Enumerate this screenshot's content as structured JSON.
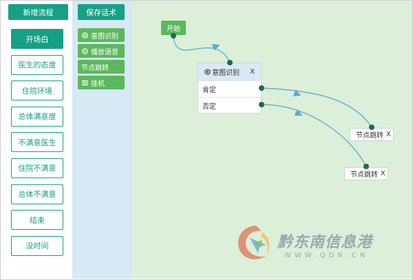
{
  "left": {
    "new_flow_label": "新增流程",
    "stages": [
      {
        "label": "开场白",
        "active": true
      },
      {
        "label": "医生的态度"
      },
      {
        "label": "住院环境"
      },
      {
        "label": "总体满意度"
      },
      {
        "label": "不满意医生"
      },
      {
        "label": "住院不满意"
      },
      {
        "label": "总体不满意"
      },
      {
        "label": "结束"
      },
      {
        "label": "没时间"
      }
    ]
  },
  "toolbar": {
    "save_label": "保存话术",
    "items": [
      {
        "label": "意图识别",
        "icon": "target-icon"
      },
      {
        "label": "播放语音",
        "icon": "play-icon"
      },
      {
        "label": "节点跳转",
        "icon": ""
      },
      {
        "label": "挂机",
        "icon": "menu-icon"
      }
    ]
  },
  "canvas": {
    "start_label": "开始",
    "intent_node": {
      "title": "意图识别",
      "close": "X",
      "branches": [
        "肯定",
        "否定"
      ]
    },
    "jump_nodes": [
      {
        "label": "节点跳转",
        "close": "X"
      },
      {
        "label": "节点跳转",
        "close": "X"
      }
    ]
  },
  "watermark": {
    "title": "黔东南信息港",
    "url": "WWW.QDN.CN"
  },
  "colors": {
    "primary": "#16a085",
    "green": "#5cb85c",
    "canvas_bg": "#dcefd8",
    "sidebar_bg": "#d6e9f4",
    "edge": "#5fa9cf",
    "dot": "#1f6b46"
  }
}
